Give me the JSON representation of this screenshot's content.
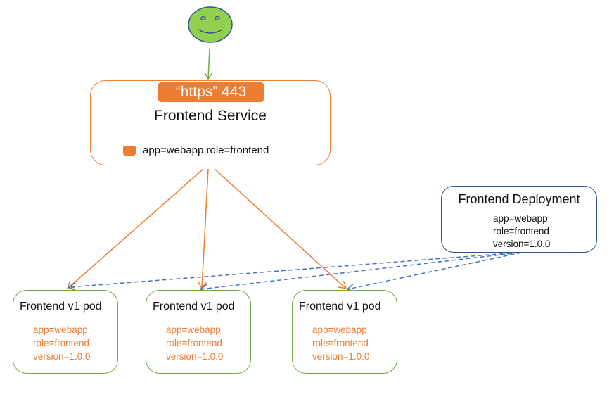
{
  "colors": {
    "service": "#ed7d31",
    "deployment": "#2f5597",
    "pod": "#70ad47",
    "user": "#92d050",
    "selector_arrow": "#ed7d31",
    "deployment_arrow": "#4472c4"
  },
  "user": {
    "icon": "smiley-face-icon"
  },
  "service": {
    "port_badge": "“https” 443",
    "title": "Frontend Service",
    "selector": "app=webapp role=frontend"
  },
  "deployment": {
    "title": "Frontend Deployment",
    "labels": [
      "app=webapp",
      "role=frontend",
      "version=1.0.0"
    ]
  },
  "pods": [
    {
      "title": "Frontend v1 pod",
      "labels": [
        "app=webapp",
        "role=frontend",
        "version=1.0.0"
      ]
    },
    {
      "title": "Frontend v1 pod",
      "labels": [
        "app=webapp",
        "role=frontend",
        "version=1.0.0"
      ]
    },
    {
      "title": "Frontend v1 pod",
      "labels": [
        "app=webapp",
        "role=frontend",
        "version=1.0.0"
      ]
    }
  ]
}
